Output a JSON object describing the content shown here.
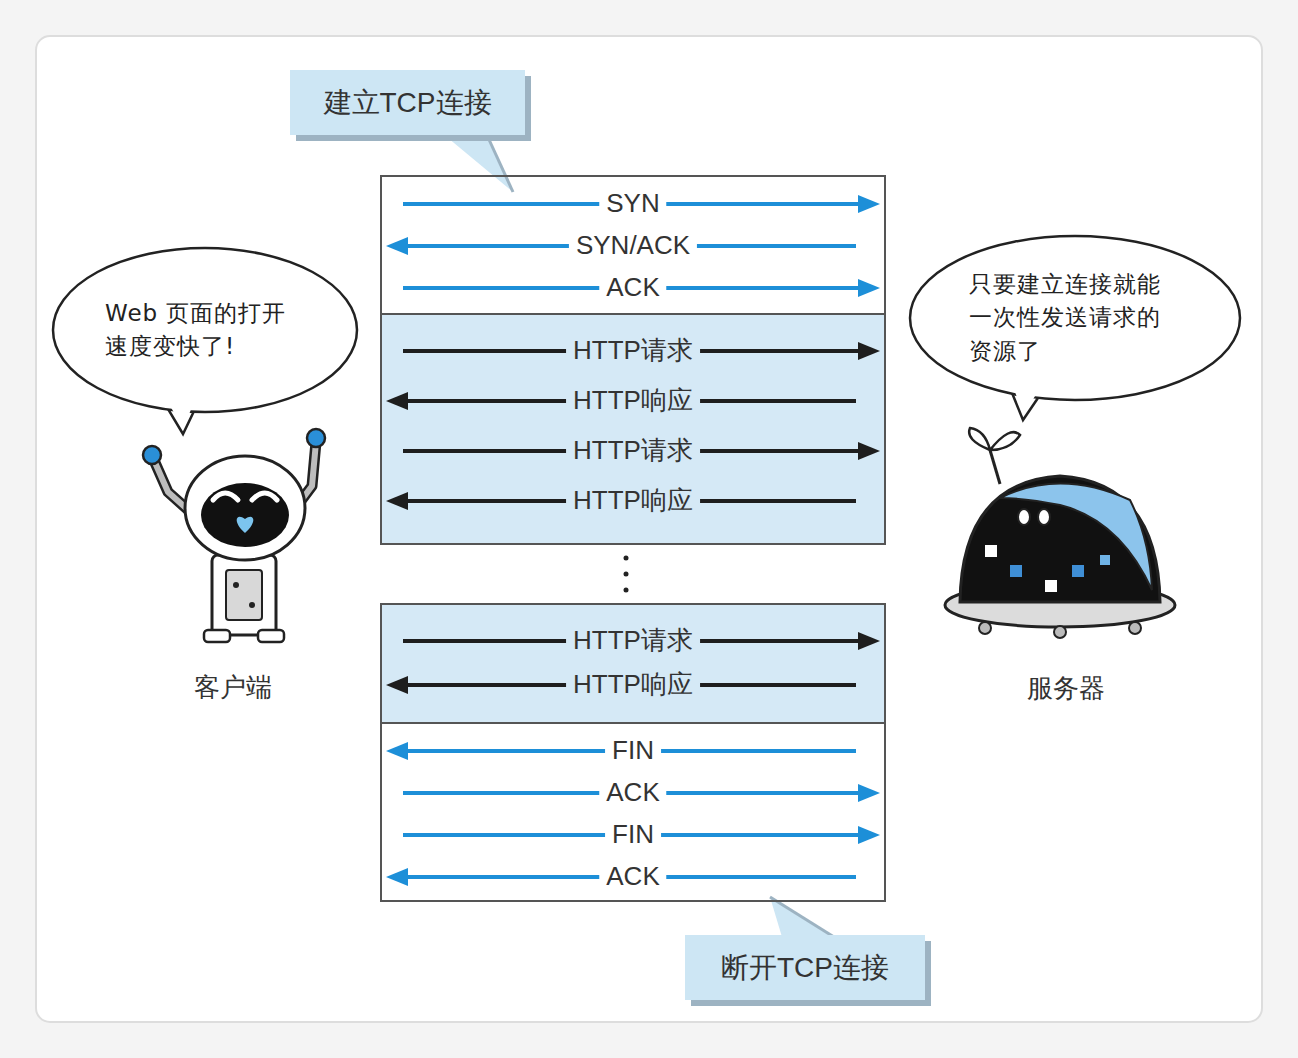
{
  "diagram": {
    "nodes": [
      {
        "text": [
          "建立TCP连接"
        ]
      },
      {
        "text": [
          "SYN",
          "SYN/ACK",
          "ACK"
        ]
      },
      {
        "text": [
          "Web 页面的打开 速度变快了!"
        ]
      },
      {
        "text": [
          "只要建立连接就能 一次性发送请求的 资源了"
        ]
      },
      {
        "text": [
          "HTTP请求",
          "HTTP响应",
          "HTTP请求",
          "HTTP响应"
        ]
      },
      {
        "text": [
          "HTTP请求",
          "HTTP响应"
        ]
      },
      {
        "text": [
          "FIN",
          "ACK",
          "FIN",
          "ACK"
        ]
      },
      {
        "text": [
          "断开TCP连接"
        ]
      }
    ],
    "labels": [
      "客户端",
      "服务器"
    ]
  }
}
